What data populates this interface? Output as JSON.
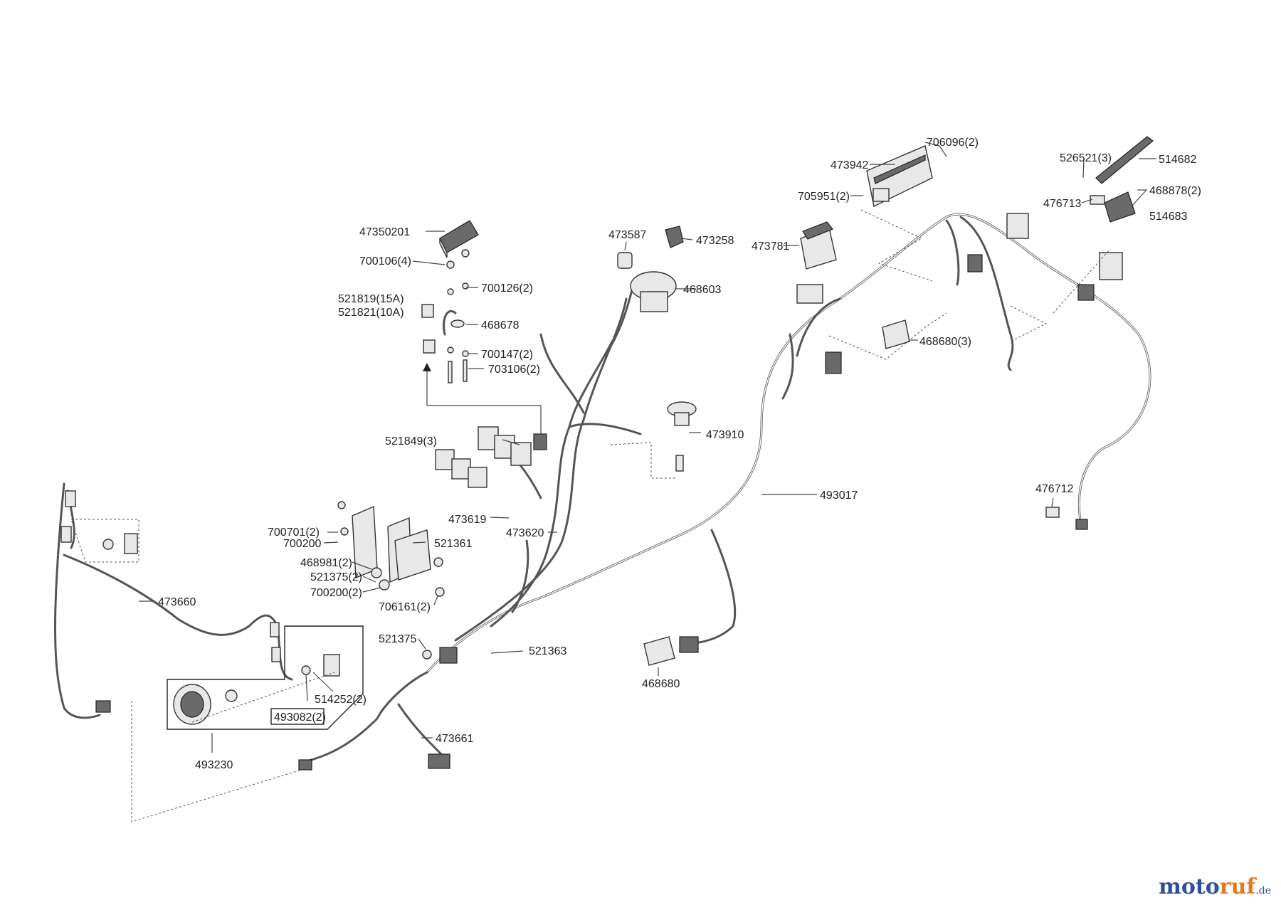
{
  "labels": {
    "l706096": "706096(2)",
    "l473942": "473942",
    "l705951": "705951(2)",
    "l526521": "526521(3)",
    "l514682": "514682",
    "l476713": "476713",
    "l468878": "468878(2)",
    "l514683": "514683",
    "l47350201": "47350201",
    "l700106": "700106(4)",
    "l700126": "700126(2)",
    "l521819": "521819(15A)",
    "l521821": "521821(10A)",
    "l468678": "468678",
    "l700147": "700147(2)",
    "l703106": "703106(2)",
    "l473587": "473587",
    "l473258": "473258",
    "l468603": "468603",
    "l473781": "473781",
    "l468680_3": "468680(3)",
    "l521849": "521849(3)",
    "l473910": "473910",
    "l493017": "493017",
    "l476712": "476712",
    "l473619": "473619",
    "l473620": "473620",
    "l700701": "700701(2)",
    "l700200": "700200",
    "l521361": "521361",
    "l468981": "468981(2)",
    "l521375_2": "521375(2)",
    "l700200_2": "700200(2)",
    "l706161": "706161(2)",
    "l473660": "473660",
    "l521375": "521375",
    "l521363": "521363",
    "l468680": "468680",
    "l514252": "514252(2)",
    "l493082": "493082(2)",
    "l493230": "493230",
    "l473661": "473661"
  },
  "watermark": {
    "brand_a": "moto",
    "brand_b": "ruf",
    "suffix": ".de"
  }
}
